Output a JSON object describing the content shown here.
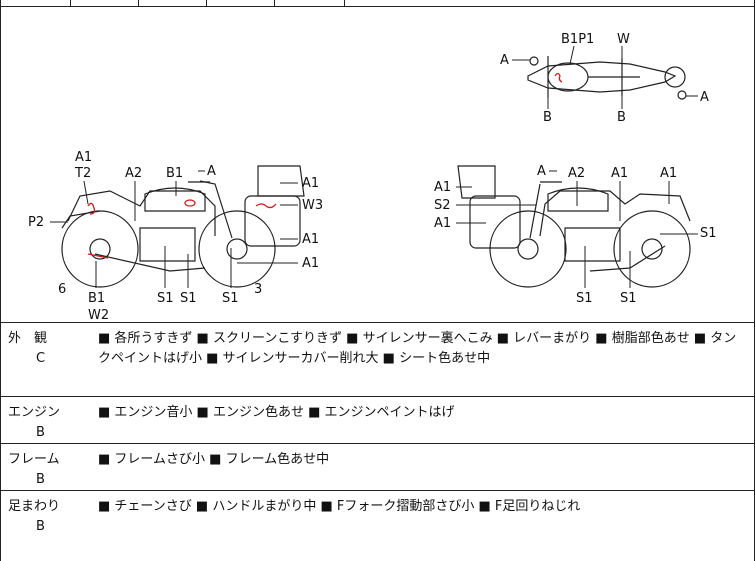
{
  "diagram": {
    "top_view_labels": [
      "B1P1",
      "W",
      "A",
      "A",
      "B",
      "B"
    ],
    "left_side_labels": [
      "A1",
      "T2",
      "A2",
      "B1",
      "A",
      "A1",
      "W3",
      "P2",
      "A1",
      "A1",
      "6",
      "B1",
      "W2",
      "S1",
      "S1",
      "S1",
      "3"
    ],
    "right_side_labels": [
      "A",
      "A2",
      "A1",
      "A1",
      "A1",
      "S2",
      "A1",
      "S1",
      "S1",
      "S1"
    ]
  },
  "rows": [
    {
      "category": "外　観",
      "grade": "C",
      "items": "■ 各所うすきず ■ スクリーンこすりきず ■ サイレンサー裏へこみ ■ レバーまがり ■ 樹脂部色あせ ■ タンクペイントはげ小 ■ サイレンサーカバー削れ大 ■ シート色あせ中"
    },
    {
      "category": "エンジン",
      "grade": "B",
      "items": "■ エンジン音小 ■ エンジン色あせ ■ エンジンペイントはげ"
    },
    {
      "category": "フレーム",
      "grade": "B",
      "items": "■ フレームさび小 ■ フレーム色あせ中"
    },
    {
      "category": "足まわり",
      "grade": "B",
      "items": "■ チェーンさび ■ ハンドルまがり中 ■ Fフォーク摺動部さび小 ■ F足回りねじれ"
    }
  ]
}
